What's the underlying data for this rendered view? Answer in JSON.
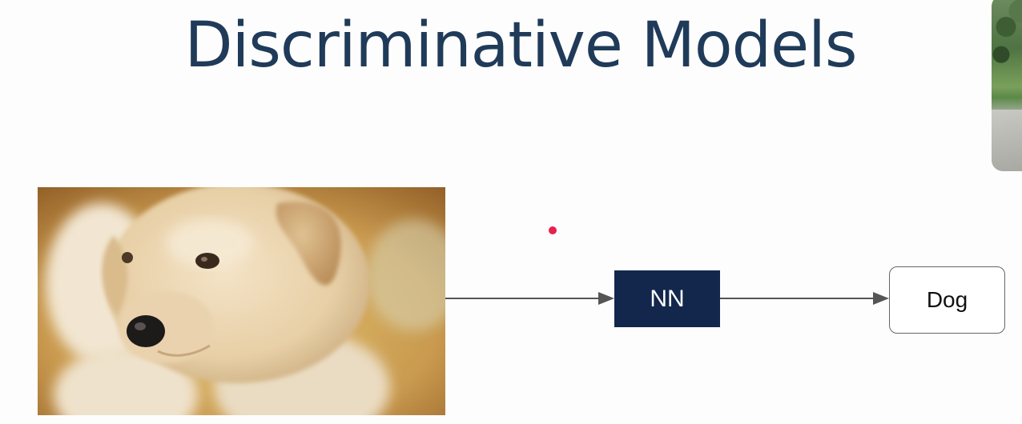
{
  "slide": {
    "title": "Discriminative Models"
  },
  "diagram": {
    "input_image": "puppy-photo",
    "model_label": "NN",
    "output_label": "Dog",
    "colors": {
      "title": "#1f3b59",
      "model_box": "#13274d",
      "arrow": "#555555",
      "pointer": "#e8204e"
    }
  },
  "webcam": {
    "icon": "presenter-video-feed"
  }
}
